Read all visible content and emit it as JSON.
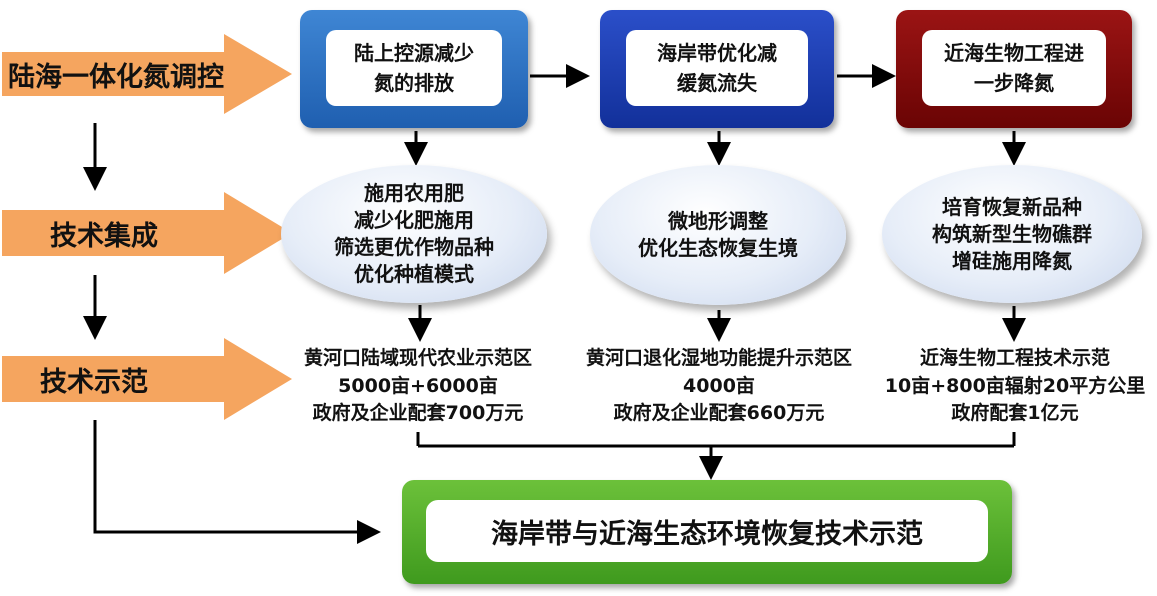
{
  "left_stages": [
    {
      "label": "陆海一体化氮调控"
    },
    {
      "label": "技术集成"
    },
    {
      "label": "技术示范"
    }
  ],
  "top_boxes": [
    {
      "text": [
        "陆上控源减少",
        "氮的排放"
      ],
      "color": "#2f73c4"
    },
    {
      "text": [
        "海岸带优化减",
        "缓氮流失"
      ],
      "color": "#1a3fb0"
    },
    {
      "text": [
        "近海生物工程进",
        "一步降氮"
      ],
      "color": "#800a0a"
    }
  ],
  "ellipses": [
    {
      "lines": [
        "施用农用肥",
        "减少化肥施用",
        "筛选更优作物品种",
        "优化种植模式"
      ]
    },
    {
      "lines": [
        "微地形调整",
        "优化生态恢复生境"
      ]
    },
    {
      "lines": [
        "培育恢复新品种",
        "构筑新型生物礁群",
        "增硅施用降氮"
      ]
    }
  ],
  "demos": [
    {
      "lines": [
        "黄河口陆域现代农业示范区",
        "5000亩+6000亩",
        "政府及企业配套700万元"
      ]
    },
    {
      "lines": [
        "黄河口退化湿地功能提升示范区",
        "4000亩",
        "政府及企业配套660万元"
      ]
    },
    {
      "lines": [
        "近海生物工程技术示范",
        "10亩+800亩辐射20平方公里",
        "政府配套1亿元"
      ]
    }
  ],
  "final_box": {
    "text": "海岸带与近海生态环境恢复技术示范",
    "color": "#52ad2b"
  },
  "colors": {
    "orange_arrow": "#f5a55f",
    "arrow": "#000000"
  }
}
